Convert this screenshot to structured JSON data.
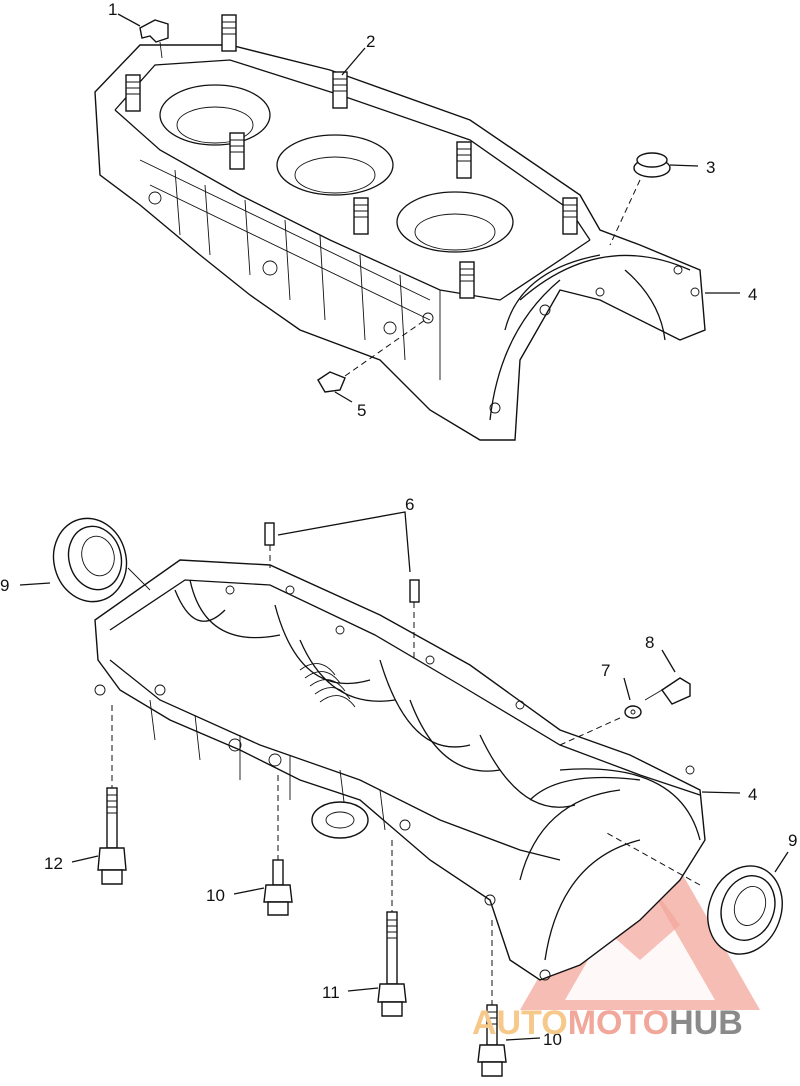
{
  "callouts": {
    "c1": "1",
    "c2": "2",
    "c3": "3",
    "c4a": "4",
    "c5": "5",
    "c6": "6",
    "c7": "7",
    "c8": "8",
    "c9a": "9",
    "c9b": "9",
    "c4b": "4",
    "c12": "12",
    "c10a": "10",
    "c11": "11",
    "c10b": "10"
  },
  "watermark": {
    "part1": "AUTO",
    "part2": "MOTO",
    "part3": "HUB",
    "color_primary": "#f2a79b",
    "color_secondary": "#f6c98a",
    "color_dark": "#8a8a8a"
  }
}
